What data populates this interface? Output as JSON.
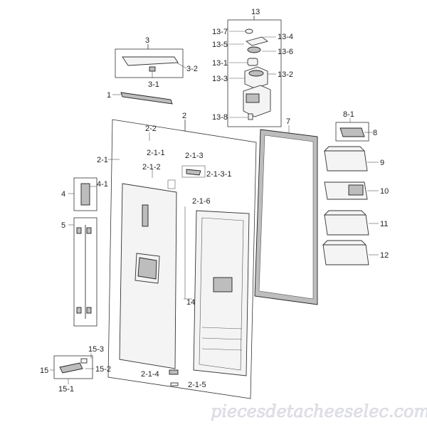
{
  "watermark": "piecesdetacheeselec.com",
  "labels": {
    "l13": "13",
    "l13_7": "13-7",
    "l13_4": "13-4",
    "l13_5": "13-5",
    "l13_6": "13-6",
    "l13_1": "13-1",
    "l13_2": "13-2",
    "l13_3": "13-3",
    "l13_8": "13-8",
    "l3": "3",
    "l3_2": "3-2",
    "l3_1": "3-1",
    "l1": "1",
    "l2": "2",
    "l2_2": "2-2",
    "l2_1": "2-1",
    "l2_1_1": "2-1-1",
    "l2_1_2": "2-1-2",
    "l2_1_3": "2-1-3",
    "l2_1_3_1": "2-1-3-1",
    "l2_1_6": "2-1-6",
    "l2_1_4": "2-1-4",
    "l2_1_5": "2-1-5",
    "l4": "4",
    "l4_1": "4-1",
    "l5": "5",
    "l7": "7",
    "l8_1": "8-1",
    "l8": "8",
    "l9": "9",
    "l10": "10",
    "l11": "11",
    "l12": "12",
    "l14": "14",
    "l15": "15",
    "l15_1": "15-1",
    "l15_2": "15-2",
    "l15_3": "15-3"
  }
}
